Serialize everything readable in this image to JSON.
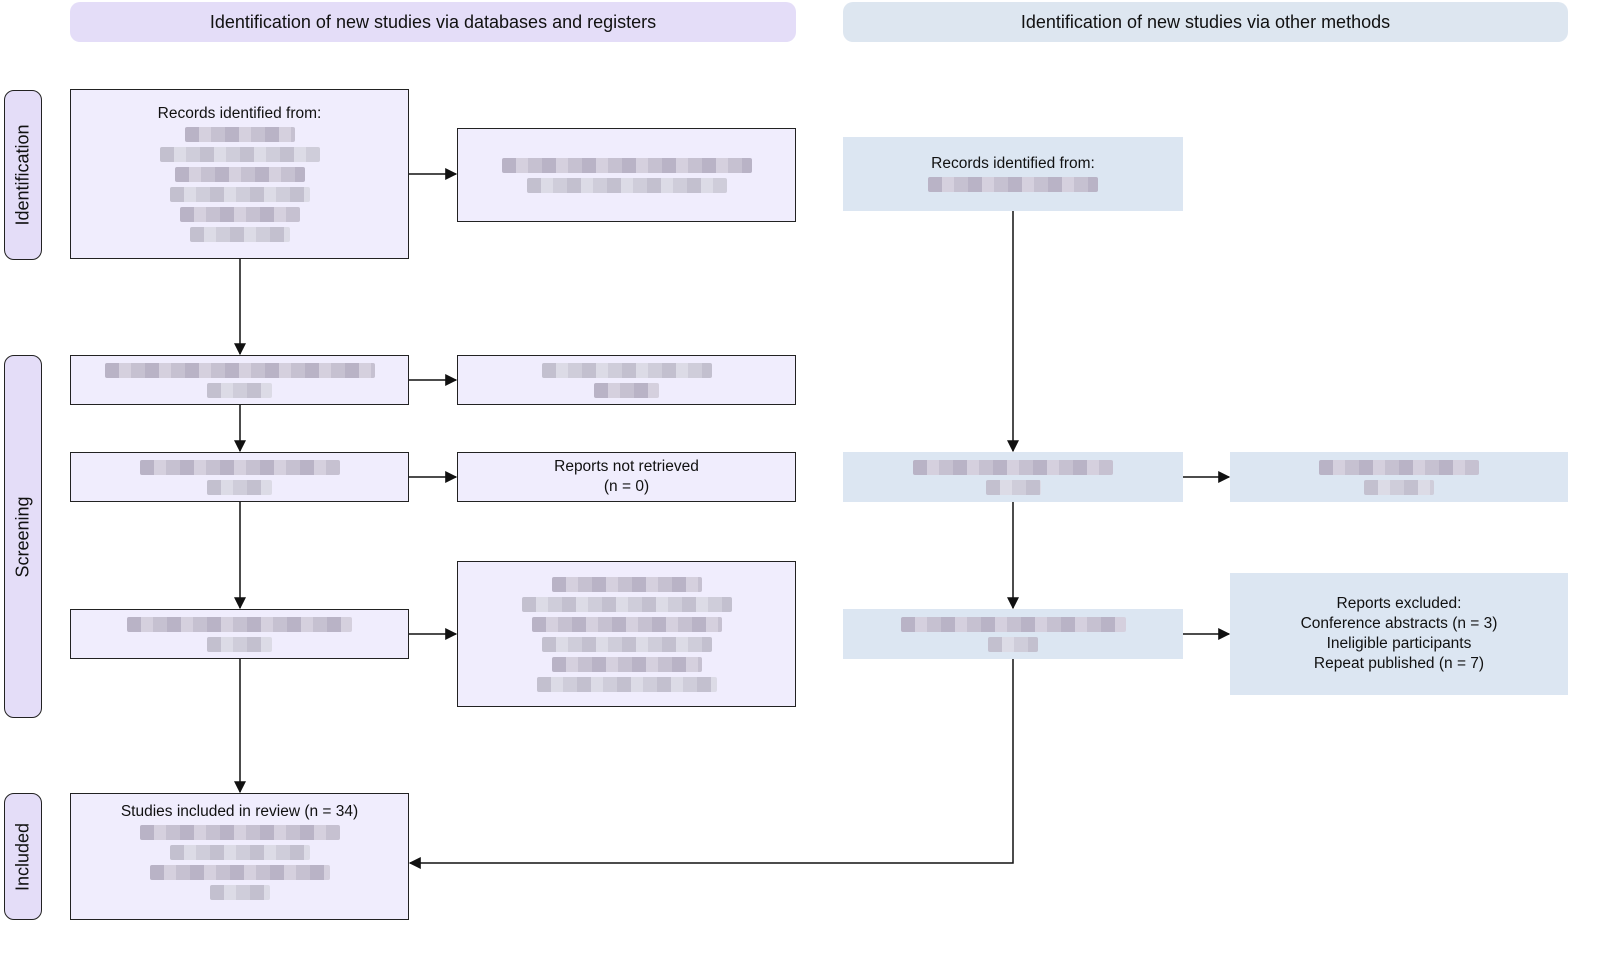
{
  "headers": {
    "databases": "Identification of new studies via databases and registers",
    "other": "Identification of new studies via other methods"
  },
  "phases": {
    "identification": "Identification",
    "screening": "Screening",
    "included": "Included"
  },
  "boxes": {
    "records_identified": "Records identified from:",
    "records_removed": "",
    "records_screened": "",
    "records_excluded": "",
    "reports_sought": "",
    "reports_not_retrieved": "Reports not retrieved",
    "reports_not_retrieved_n": "(n = 0)",
    "reports_assessed": "",
    "reports_excluded_db": "",
    "studies_included": "Studies included in review (n = 34)",
    "other_records_identified": "Records identified from:",
    "other_reports_sought": "",
    "other_reports_not_retrieved": "",
    "other_reports_assessed": "",
    "other_reports_excluded": "Reports excluded:",
    "other_reports_excluded_item_1": "Conference abstracts (n = 3)",
    "other_reports_excluded_item_2": "Ineligible participants",
    "other_reports_excluded_item_3": "Repeat published (n = 7)"
  },
  "colors": {
    "databases_fill": "#f0edfd",
    "databases_header": "#e4ddf8",
    "other_fill": "#dce6f2",
    "other_header": "#dde6f0",
    "phase_fill": "#e4ddf8"
  }
}
